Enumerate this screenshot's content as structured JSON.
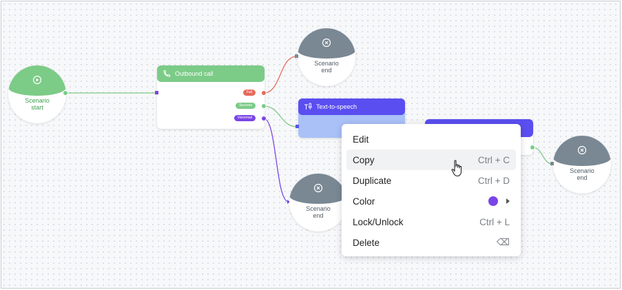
{
  "nodes": {
    "start": {
      "label_line1": "Scenario",
      "label_line2": "start",
      "icon": "play-icon"
    },
    "end_top": {
      "label_line1": "Scenario",
      "label_line2": "end",
      "icon": "end-icon"
    },
    "end_bottom": {
      "label_line1": "Scenario",
      "label_line2": "end",
      "icon": "end-icon"
    },
    "end_right": {
      "label_line1": "Scenario",
      "label_line2": "end",
      "icon": "end-icon"
    },
    "outbound_call": {
      "title": "Outbound call",
      "icon": "phone-icon",
      "ports": [
        "Fail",
        "Success",
        "Voicemail"
      ]
    },
    "tts": {
      "title": "Text-to-speech",
      "icon": "text-speech-icon"
    }
  },
  "colors": {
    "start_green": "#7ccb87",
    "end_gray": "#7a8894",
    "fail_red": "#e56a5d",
    "success_green": "#7ccb87",
    "voicemail_purple": "#7a45e6",
    "tts_blue": "#5a4ef0"
  },
  "context_menu": {
    "items": [
      {
        "label": "Edit",
        "shortcut": ""
      },
      {
        "label": "Copy",
        "shortcut": "Ctrl + C"
      },
      {
        "label": "Duplicate",
        "shortcut": "Ctrl + D"
      },
      {
        "label": "Color",
        "shortcut": ""
      },
      {
        "label": "Lock/Unlock",
        "shortcut": "Ctrl + L"
      },
      {
        "label": "Delete",
        "shortcut": "⌫"
      }
    ],
    "hovered_item": "Copy"
  }
}
